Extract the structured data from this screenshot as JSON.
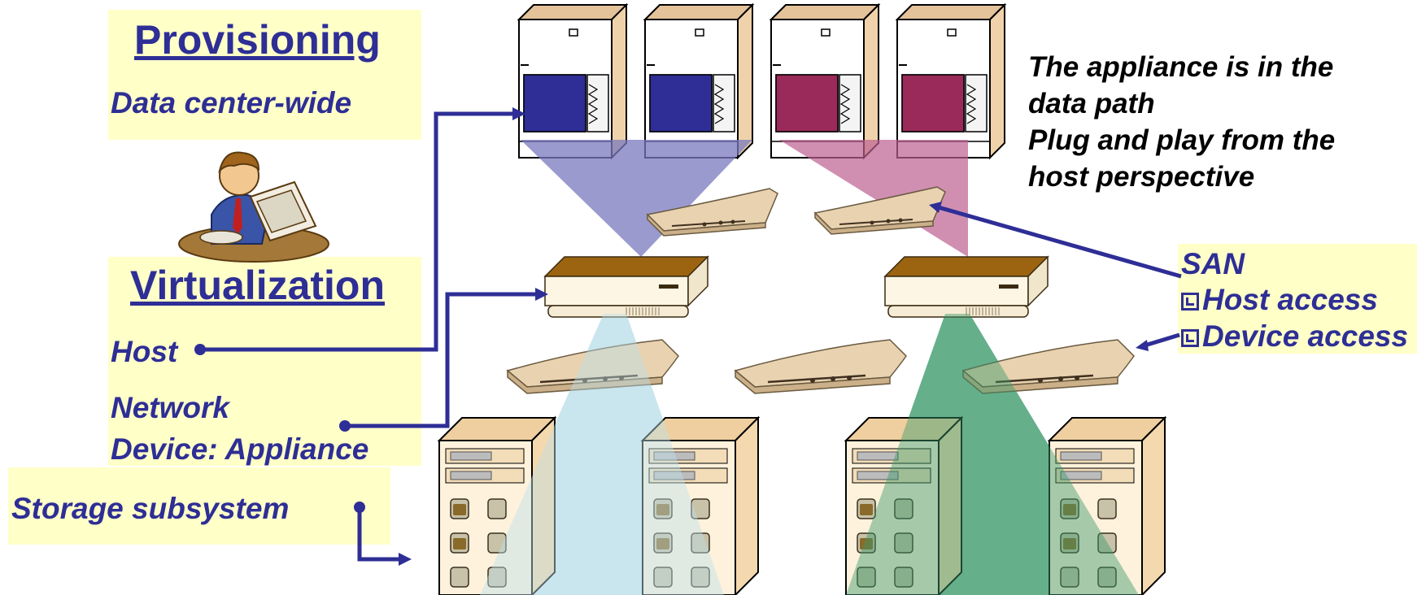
{
  "left_panel": {
    "provisioning_heading": "Provisioning",
    "provisioning_scope": "Data center-wide",
    "virtualization_heading": "Virtualization",
    "host_label": "Host",
    "network_label": "Network",
    "device_label": "Device: Appliance",
    "storage_label": "Storage subsystem"
  },
  "notes": {
    "line1": "The appliance is in the",
    "line2": "data path",
    "line3": "Plug and play from the",
    "line4": "host perspective"
  },
  "san_panel": {
    "title": "SAN",
    "item1": "Host access",
    "item2": "Device access"
  },
  "colors": {
    "label_blue": "#2e2e96",
    "box_yellow": "#ffffc8",
    "host_blue": "#2e2e96",
    "host_maroon": "#9a2a5a",
    "cone_blue": "#8c8cc8",
    "cone_pink": "#c880a8",
    "cone_lightblue": "#c8e6ee",
    "cone_green": "#6ab08e"
  },
  "icons": [
    "server-tower-icon",
    "switch-icon",
    "appliance-icon",
    "storage-array-icon",
    "administrator-clipart-icon",
    "checkbox-icon"
  ]
}
